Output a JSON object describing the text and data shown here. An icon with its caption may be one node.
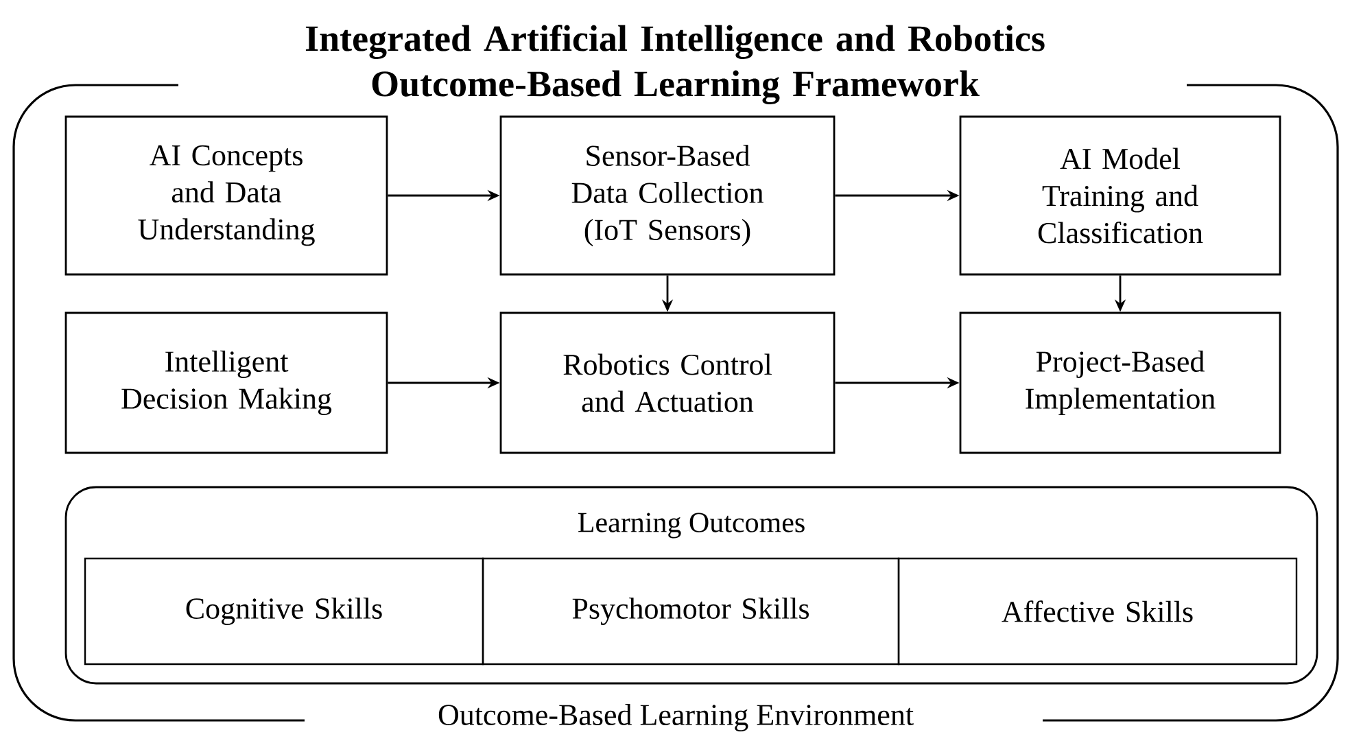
{
  "diagram": {
    "title": "Integrated Artificial Intelligence and Robotics Outcome-Based Learning Framework",
    "nodes": [
      {
        "text": [
          "Outcome-Based Learning Environment"
        ]
      },
      {
        "text": [
          "AI Concepts and Data Understanding"
        ],
        "in": 0
      },
      {
        "text": [
          "Sensor-Based Data Collection (IoT Sensors)"
        ],
        "in": 0
      },
      {
        "text": [
          "AI Model Training and Classification"
        ],
        "in": 0
      },
      {
        "text": [
          "Intelligent Decision Making"
        ],
        "in": 0
      },
      {
        "text": [
          "Robotics Control and Actuation"
        ],
        "in": 0
      },
      {
        "text": [
          "Project-Based Implementation"
        ],
        "in": 0
      },
      {
        "text": [
          "Learning Outcomes"
        ],
        "in": 0
      },
      {
        "text": [
          "Cognitive Skills"
        ],
        "in": 7
      },
      {
        "text": [
          "Psychomotor Skills"
        ],
        "in": 7
      },
      {
        "text": [
          "Affective Skills"
        ],
        "in": 7
      }
    ],
    "edges": [
      {
        "from": 1,
        "to": 2,
        "arrow": "to"
      },
      {
        "from": 2,
        "to": 3,
        "arrow": "to"
      },
      {
        "from": 2,
        "to": 5,
        "arrow": "to"
      },
      {
        "from": 3,
        "to": 6,
        "arrow": "to"
      },
      {
        "from": 4,
        "to": 5,
        "arrow": "to"
      },
      {
        "from": 5,
        "to": 6,
        "arrow": "to"
      }
    ]
  }
}
